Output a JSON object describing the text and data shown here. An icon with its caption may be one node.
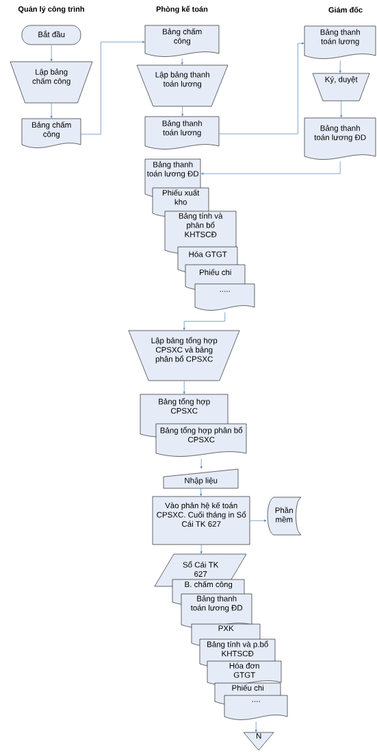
{
  "diagram": {
    "nodes": [
      {
        "text": [
          "Bắt đầu"
        ]
      },
      {
        "text": [
          "Lập bảng chấm công"
        ]
      },
      {
        "text": [
          "Bảng chấm công"
        ]
      },
      {
        "text": [
          "Bảng chấm công"
        ]
      },
      {
        "text": [
          "Lập bảng thanh toán lương"
        ]
      },
      {
        "text": [
          "Bảng thanh toán lương"
        ]
      },
      {
        "text": [
          "Bảng thanh toán lương"
        ]
      },
      {
        "text": [
          "Ký, duyệt"
        ]
      },
      {
        "text": [
          "Bảng thanh toán lương ĐD"
        ]
      },
      {
        "text": [
          "Bảng thanh toán lương ĐD"
        ]
      },
      {
        "text": [
          "Phiếu xuất kho"
        ]
      },
      {
        "text": [
          "Bảng tính và phân bổ KHTSCĐ"
        ]
      },
      {
        "text": [
          "Hóa GTGT"
        ]
      },
      {
        "text": [
          "Phiếu chi"
        ]
      },
      {
        "text": [
          "....."
        ]
      },
      {
        "text": [
          "Lập bảng tổng hợp CPSXC và bảng phân bổ CPSXC"
        ]
      },
      {
        "text": [
          "Bảng tổng hợp CPSXC"
        ]
      },
      {
        "text": [
          "Bảng tổng hợp phân bổ CPSXC"
        ]
      },
      {
        "text": [
          "Nhập liệu"
        ]
      },
      {
        "text": [
          "Vào phân hệ kế toán CPSXC. Cuối tháng in Sổ Cái TK 627"
        ]
      },
      {
        "text": [
          "Phần mềm"
        ]
      },
      {
        "text": [
          "Sổ Cái TK 627"
        ]
      },
      {
        "text": [
          "B. chấm công"
        ]
      },
      {
        "text": [
          "Bảng thanh toán lương ĐD"
        ]
      },
      {
        "text": [
          "PXK"
        ]
      },
      {
        "text": [
          "Bảng tính và p.bổ KHTSCĐ"
        ]
      },
      {
        "text": [
          "Hóa đơn GTGT"
        ]
      },
      {
        "text": [
          "Phiếu chi"
        ]
      },
      {
        "text": [
          "...."
        ]
      },
      {
        "text": [
          "N"
        ]
      }
    ],
    "edges": [
      {
        "from": 0,
        "to": 1,
        "arrow": "to"
      },
      {
        "from": 1,
        "to": 2,
        "arrow": "to"
      },
      {
        "from": 2,
        "to": 3,
        "arrow": "to"
      },
      {
        "from": 3,
        "to": 4,
        "arrow": "to"
      },
      {
        "from": 4,
        "to": 5,
        "arrow": "to"
      },
      {
        "from": 5,
        "to": 6,
        "arrow": "to"
      },
      {
        "from": 6,
        "to": 7,
        "arrow": "to"
      },
      {
        "from": 7,
        "to": 8,
        "arrow": "to"
      },
      {
        "from": 8,
        "to": 9,
        "arrow": "to"
      },
      {
        "from": 14,
        "to": 15,
        "arrow": "to"
      },
      {
        "from": 15,
        "to": 16,
        "arrow": "to"
      },
      {
        "from": 17,
        "to": 18,
        "arrow": "to"
      },
      {
        "from": 18,
        "to": 19,
        "arrow": "to"
      },
      {
        "from": 19,
        "to": 20,
        "arrow": "to"
      },
      {
        "from": 19,
        "to": 21,
        "arrow": "to"
      },
      {
        "from": 28,
        "to": 29,
        "arrow": "to"
      }
    ],
    "labels": [
      "Quản lý công trình",
      "Phòng kế toán",
      "Giám đốc"
    ]
  }
}
